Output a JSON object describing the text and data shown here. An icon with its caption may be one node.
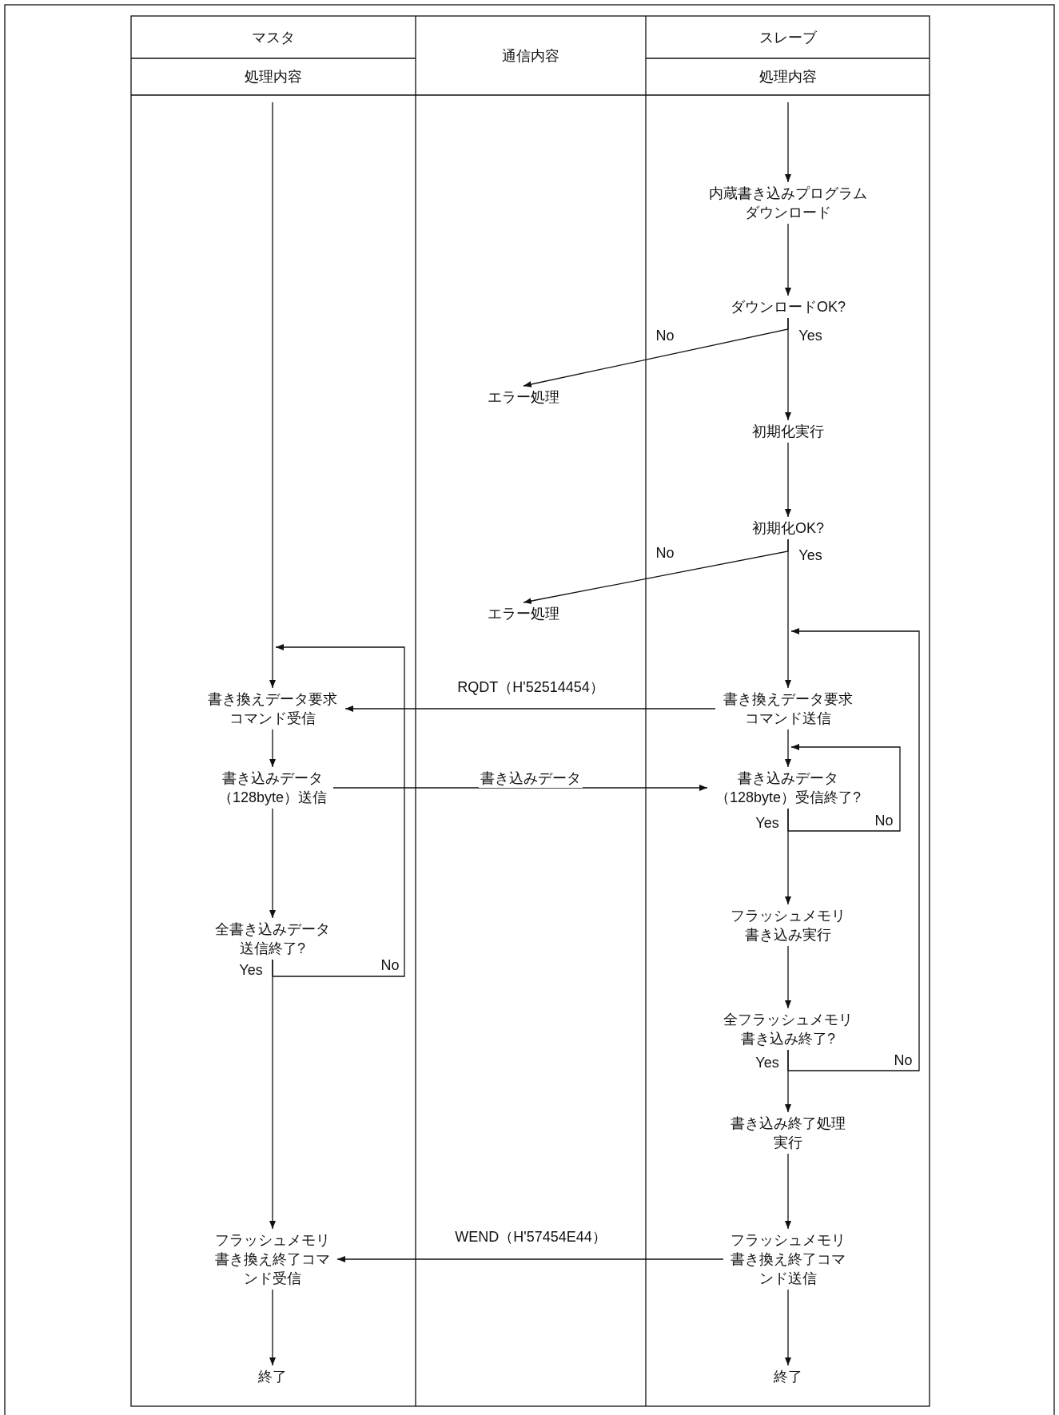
{
  "diagram": {
    "nodes": [
      {
        "text": [
          "内蔵書き込みプログラムダウンロード"
        ]
      },
      {
        "text": [
          "ダウンロードOK?"
        ]
      },
      {
        "text": [
          "エラー処理"
        ]
      },
      {
        "text": [
          "初期化実行"
        ]
      },
      {
        "text": [
          "初期化OK?"
        ]
      },
      {
        "text": [
          "エラー処理"
        ]
      },
      {
        "text": [
          "書き換えデータ要求コマンド受信"
        ]
      },
      {
        "text": [
          "書き換えデータ要求コマンド送信"
        ]
      },
      {
        "text": [
          "書き込みデータ（128byte）送信"
        ]
      },
      {
        "text": [
          "書き込みデータ（128byte）受信終了?"
        ]
      },
      {
        "text": [
          "全書き込みデータ送信終了?"
        ]
      },
      {
        "text": [
          "フラッシュメモリ書き込み実行"
        ]
      },
      {
        "text": [
          "全フラッシュメモリ書き込み終了?"
        ]
      },
      {
        "text": [
          "書き込み終了処理実行"
        ]
      },
      {
        "text": [
          "フラッシュメモリ書き換え終了コマンド受信"
        ]
      },
      {
        "text": [
          "フラッシュメモリ書き換え終了コマンド送信"
        ]
      },
      {
        "text": [
          "終了"
        ]
      },
      {
        "text": [
          "終了"
        ]
      }
    ],
    "edges": [
      {
        "from": null,
        "to": 0,
        "arrow": "to"
      },
      {
        "from": 0,
        "to": 1,
        "arrow": "to"
      },
      {
        "from": 1,
        "to": 2,
        "arrow": "to",
        "label": "No"
      },
      {
        "from": 1,
        "to": 3,
        "arrow": "to",
        "label": "Yes"
      },
      {
        "from": 3,
        "to": 4,
        "arrow": "to"
      },
      {
        "from": 4,
        "to": 5,
        "arrow": "to",
        "label": "No"
      },
      {
        "from": 4,
        "to": 7,
        "arrow": "to",
        "label": "Yes"
      },
      {
        "from": null,
        "to": 6,
        "arrow": "to"
      },
      {
        "from": 7,
        "to": 6,
        "arrow": "to",
        "label": "RQDT（H'52514454）"
      },
      {
        "from": 6,
        "to": 8,
        "arrow": "to"
      },
      {
        "from": 8,
        "to": 9,
        "arrow": "to",
        "label": "書き込みデータ"
      },
      {
        "from": 7,
        "to": 9,
        "arrow": "to"
      },
      {
        "from": 9,
        "to": 9,
        "arrow": "to",
        "label": "No"
      },
      {
        "from": 9,
        "to": 11,
        "arrow": "to",
        "label": "Yes"
      },
      {
        "from": 8,
        "to": 10,
        "arrow": "to"
      },
      {
        "from": 10,
        "to": 6,
        "arrow": "to",
        "label": "No"
      },
      {
        "from": 10,
        "to": 14,
        "arrow": "to",
        "label": "Yes"
      },
      {
        "from": 11,
        "to": 12,
        "arrow": "to"
      },
      {
        "from": 12,
        "to": 7,
        "arrow": "to",
        "label": "No"
      },
      {
        "from": 12,
        "to": 13,
        "arrow": "to",
        "label": "Yes"
      },
      {
        "from": 13,
        "to": 15,
        "arrow": "to"
      },
      {
        "from": 15,
        "to": 14,
        "arrow": "to",
        "label": "WEND（H'57454E44）"
      },
      {
        "from": 14,
        "to": 16,
        "arrow": "to"
      },
      {
        "from": 15,
        "to": 17,
        "arrow": "to"
      }
    ],
    "labels": [
      "マスタ",
      "通信内容",
      "スレーブ",
      "処理内容",
      "処理内容"
    ]
  }
}
